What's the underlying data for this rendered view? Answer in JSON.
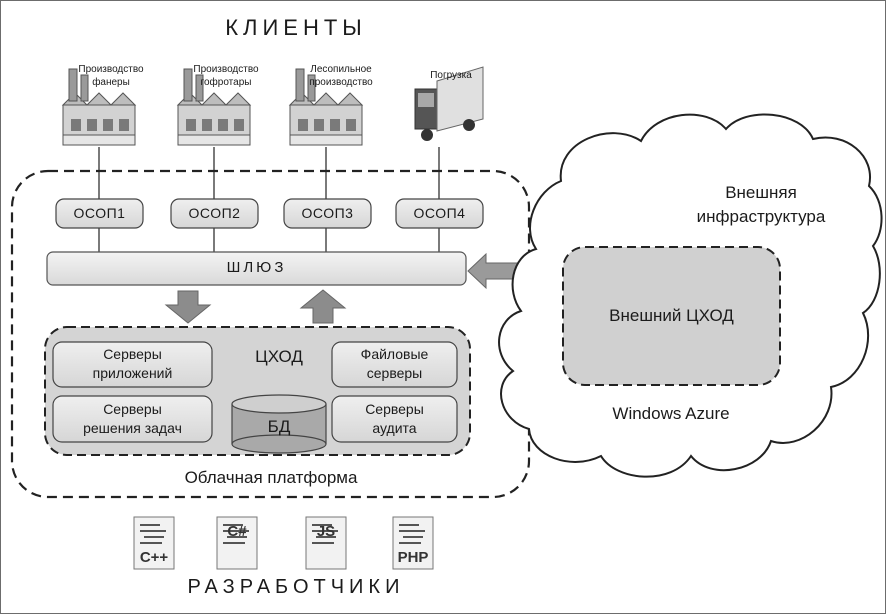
{
  "title_top": "КЛИЕНТЫ",
  "title_bottom": "РАЗРАБОТЧИКИ",
  "clients": [
    {
      "label_line1": "Производство",
      "label_line2": "фанеры",
      "icon": "factory-icon"
    },
    {
      "label_line1": "Производство",
      "label_line2": "гофротары",
      "icon": "factory-icon"
    },
    {
      "label_line1": "Лесопильное",
      "label_line2": "производство",
      "icon": "factory-icon"
    },
    {
      "label_line1": "Погрузка",
      "label_line2": "",
      "icon": "truck-icon"
    }
  ],
  "osop": [
    "ОСОП1",
    "ОСОП2",
    "ОСОП3",
    "ОСОП4"
  ],
  "gateway": "ШЛЮЗ",
  "dc": {
    "title": "ЦХОД",
    "app_servers": [
      "Серверы",
      "приложений"
    ],
    "task_servers": [
      "Серверы",
      "решения задач"
    ],
    "file_servers": [
      "Файловые",
      "серверы"
    ],
    "audit_servers": [
      "Серверы",
      "аудита"
    ],
    "db": "БД"
  },
  "platform_label": "Облачная платформа",
  "cloud": {
    "title_line1": "Внешняя",
    "title_line2": "инфраструктура",
    "external_dc": "Внешний ЦХОД",
    "provider": "Windows Azure"
  },
  "dev_languages": [
    "C++",
    "C#",
    "JS",
    "PHP"
  ]
}
